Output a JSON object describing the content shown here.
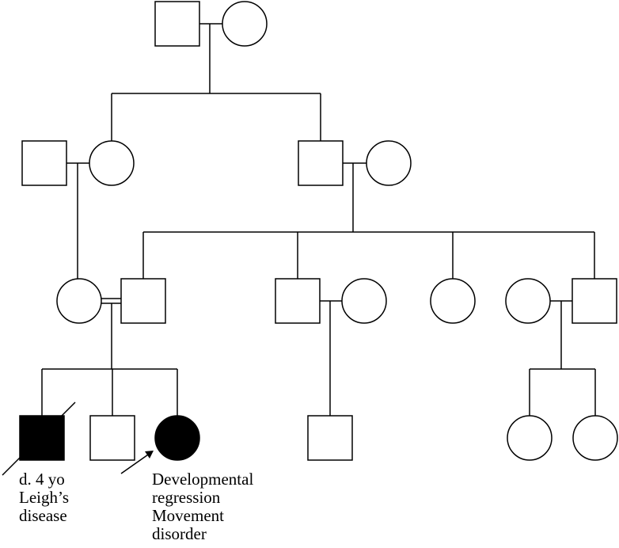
{
  "pedigree": {
    "colors": {
      "line": "#000000",
      "affected_fill": "#000000",
      "unaffected_fill": "#ffffff"
    },
    "individuals": [
      {
        "id": "g1-m",
        "sex": "male",
        "affected": false
      },
      {
        "id": "g1-f",
        "sex": "female",
        "affected": false
      },
      {
        "id": "g2-m1",
        "sex": "male",
        "affected": false
      },
      {
        "id": "g2-f1",
        "sex": "female",
        "affected": false
      },
      {
        "id": "g2-m2",
        "sex": "male",
        "affected": false
      },
      {
        "id": "g2-f2",
        "sex": "female",
        "affected": false
      },
      {
        "id": "g3-f1",
        "sex": "female",
        "affected": false
      },
      {
        "id": "g3-m1",
        "sex": "male",
        "affected": false
      },
      {
        "id": "g3-m2",
        "sex": "male",
        "affected": false
      },
      {
        "id": "g3-f2",
        "sex": "female",
        "affected": false
      },
      {
        "id": "g3-f3",
        "sex": "female",
        "affected": false
      },
      {
        "id": "g3-f4",
        "sex": "female",
        "affected": false
      },
      {
        "id": "g3-m3",
        "sex": "male",
        "affected": false
      },
      {
        "id": "g4-m1",
        "sex": "male",
        "affected": true,
        "deceased": true
      },
      {
        "id": "g4-m2",
        "sex": "male",
        "affected": false
      },
      {
        "id": "g4-f1",
        "sex": "female",
        "affected": true,
        "proband": true
      },
      {
        "id": "g4-m3",
        "sex": "male",
        "affected": false
      },
      {
        "id": "g4-f2",
        "sex": "female",
        "affected": false
      },
      {
        "id": "g4-f3",
        "sex": "female",
        "affected": false
      }
    ],
    "annotations": {
      "deceased_brother": [
        "d. 4 yo",
        "Leigh’s",
        "disease"
      ],
      "proband": [
        "Developmental",
        "regression",
        "Movement",
        "disorder"
      ]
    }
  }
}
